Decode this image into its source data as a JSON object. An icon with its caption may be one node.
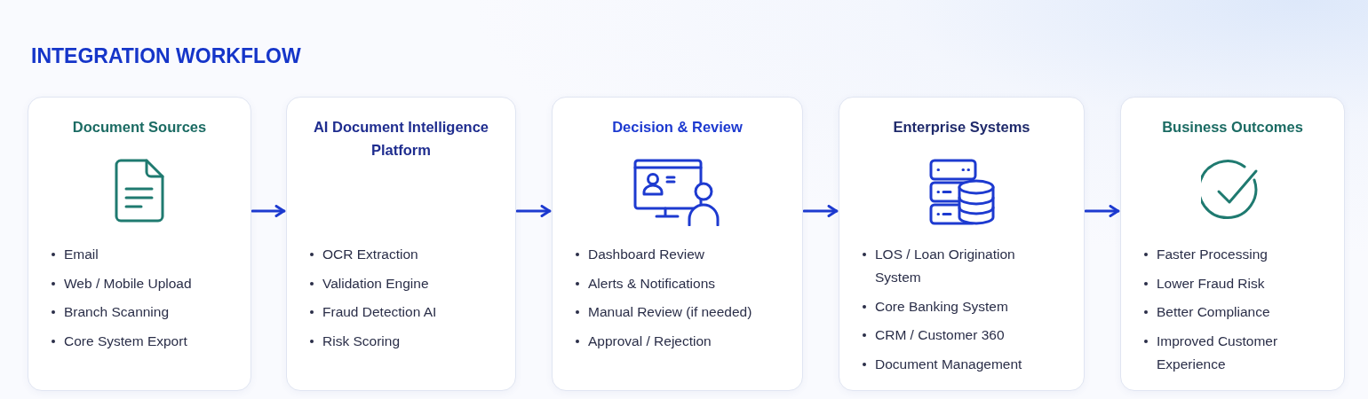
{
  "diagram": {
    "title": "INTEGRATION WORKFLOW",
    "nodes": [
      {
        "text": [
          "Document Sources",
          "Email",
          "Web / Mobile Upload",
          "Branch Scanning",
          "Core System Export"
        ]
      },
      {
        "text": [
          "AI Document Intelligence Platform",
          "OCR Extraction",
          "Validation Engine",
          "Fraud Detection AI",
          "Risk Scoring"
        ]
      },
      {
        "text": [
          "Decision & Review",
          "Dashboard Review",
          "Alerts & Notifications",
          "Manual Review (if needed)",
          "Approval / Rejection"
        ]
      },
      {
        "text": [
          "Enterprise Systems",
          "LOS / Loan Origination System",
          "Core Banking System",
          "CRM / Customer 360",
          "Document Management"
        ]
      },
      {
        "text": [
          "Business Outcomes",
          "Faster Processing",
          "Lower Fraud Risk",
          "Better Compliance",
          "Improved Customer Experience"
        ]
      }
    ],
    "edges": [
      {
        "from": 0,
        "to": 1,
        "arrow": "to"
      },
      {
        "from": 1,
        "to": 2,
        "arrow": "to"
      },
      {
        "from": 2,
        "to": 3,
        "arrow": "to"
      },
      {
        "from": 3,
        "to": 4,
        "arrow": "to"
      }
    ]
  }
}
